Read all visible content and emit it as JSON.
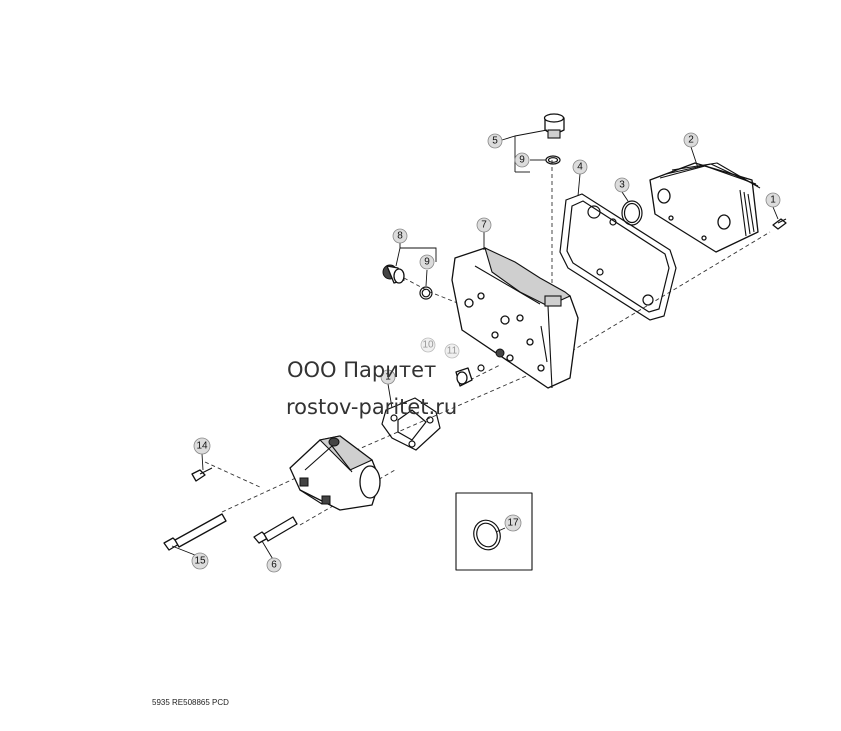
{
  "callouts": [
    {
      "id": "c1",
      "label": "1"
    },
    {
      "id": "c2",
      "label": "2"
    },
    {
      "id": "c3",
      "label": "3"
    },
    {
      "id": "c4",
      "label": "4"
    },
    {
      "id": "c5",
      "label": "5"
    },
    {
      "id": "c6",
      "label": "6"
    },
    {
      "id": "c7",
      "label": "7"
    },
    {
      "id": "c8",
      "label": "8"
    },
    {
      "id": "c9a",
      "label": "9"
    },
    {
      "id": "c9b",
      "label": "9"
    },
    {
      "id": "c10",
      "label": "10"
    },
    {
      "id": "c11",
      "label": "11"
    },
    {
      "id": "c12",
      "label": "1"
    },
    {
      "id": "c14",
      "label": "14"
    },
    {
      "id": "c15",
      "label": "15"
    },
    {
      "id": "c17",
      "label": "17"
    }
  ],
  "watermark": {
    "line1": "ООО Паритет",
    "line2": "rostov-paritet.ru"
  },
  "reference": "5935  RE508865  PCD"
}
